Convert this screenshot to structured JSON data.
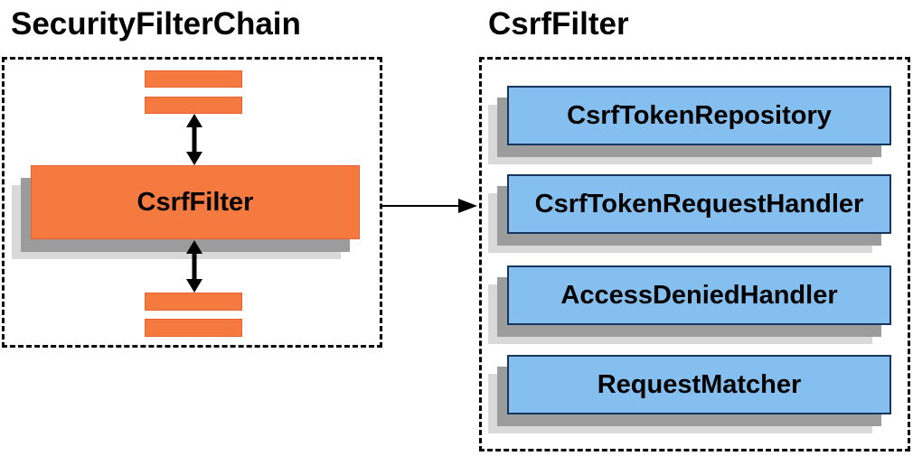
{
  "diagram": {
    "left_panel": {
      "title": "SecurityFilterChain",
      "filter_box_label": "CsrfFilter"
    },
    "right_panel": {
      "title": "CsrfFilter",
      "components": [
        {
          "label": "CsrfTokenRepository"
        },
        {
          "label": "CsrfTokenRequestHandler"
        },
        {
          "label": "AccessDeniedHandler"
        },
        {
          "label": "RequestMatcher"
        }
      ]
    },
    "colors": {
      "orange_fill": "#F47A40",
      "orange_border": "#E8612C",
      "blue_fill": "#85BFF0",
      "blue_border": "#16365D",
      "shadow_dark": "#9C9C9C",
      "shadow_light": "#D9D9D9",
      "arrow_color": "#000000",
      "dashed_border_color": "#000000"
    }
  }
}
